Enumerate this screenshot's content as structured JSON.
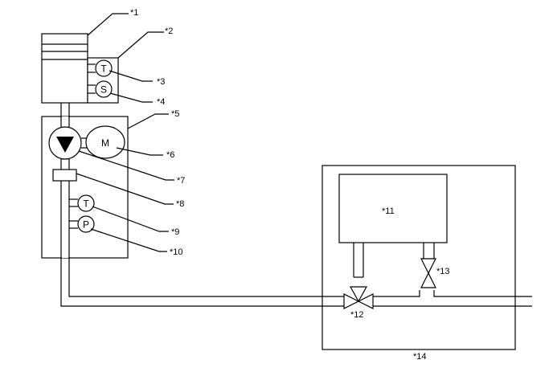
{
  "callouts": {
    "c1": "*1",
    "c2": "*2",
    "c3": "*3",
    "c4": "*4",
    "c5": "*5",
    "c6": "*6",
    "c7": "*7",
    "c8": "*8",
    "c9": "*9",
    "c10": "*10",
    "c11": "*11",
    "c12": "*12",
    "c13": "*13",
    "c14": "*14"
  },
  "symbols": {
    "temp_upper": "T",
    "speed_sensor": "S",
    "motor": "M",
    "temp_lower": "T",
    "pressure": "P"
  }
}
